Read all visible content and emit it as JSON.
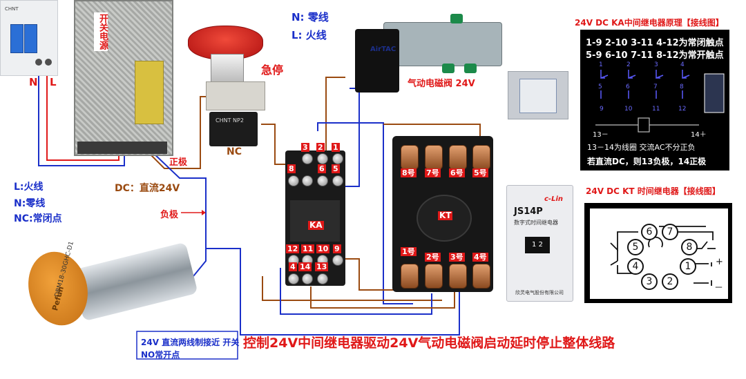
{
  "legend_top": {
    "neutral": "N: 零线",
    "live": "L: 火线"
  },
  "breaker": {
    "n_label": "N",
    "l_label": "L",
    "brand": "CHNT"
  },
  "psu": {
    "label": "开关电源",
    "positive": "正极",
    "negative": "负极",
    "dc_label": "DC：直流24V"
  },
  "estop": {
    "label": "急停",
    "nc_label": "NC",
    "brand": "CHNT NP2"
  },
  "valve": {
    "label": "气动电磁阀 24V",
    "brand": "AirTAC"
  },
  "ka_principle": {
    "title": "24V DC KA中间继电器原理【接线图】",
    "nc_line": "1-9 2-10 3-11 4-12为常闭触点",
    "no_line": "5-9 6-10 7-11 8-12为常开触点",
    "top_nums": [
      "1",
      "2",
      "3",
      "4"
    ],
    "mid_nums": [
      "5",
      "6",
      "7",
      "8"
    ],
    "bot_nums": [
      "9",
      "10",
      "11",
      "12"
    ],
    "coil_minus": "13－",
    "coil_plus": "14＋",
    "coil_note": "13－14为线圈   交流AC不分正负",
    "dc_note": "若直流DC，则13负极，14正极"
  },
  "ka_socket": {
    "label": "KA",
    "top_row1": [
      "3",
      "2",
      "1"
    ],
    "top_row2": [
      "8",
      "6",
      "5"
    ],
    "bot_row1": [
      "12",
      "11",
      "10",
      "9"
    ],
    "bot_row2": [
      "4",
      "14",
      "13"
    ]
  },
  "kt_socket": {
    "label": "KT",
    "top_labels": [
      "8号",
      "7号",
      "6号",
      "5号"
    ],
    "bot_labels": [
      "1号",
      "2号",
      "3号",
      "4号"
    ]
  },
  "kt_title": "24V DC KT 时间继电器【接线图】",
  "js_relay": {
    "brand": "c-Lin",
    "model": "JS14P",
    "desc": "数字式时间继电器",
    "display": "1 2",
    "maker": "欣灵电气股份有限公司"
  },
  "kt_diagram": {
    "nums": [
      "6",
      "7",
      "5",
      "8",
      "4",
      "1",
      "3",
      "2"
    ],
    "plus": "+",
    "minus": "－"
  },
  "legend_left": {
    "l": "L:火线",
    "n": "N:零线",
    "nc": "NC:常闭点"
  },
  "sensor": {
    "brand": "Pefun",
    "model": "DBM18-30GHC-D1",
    "caption_line1": "24V 直流两线制接近 开关",
    "caption_line2": "NO常开点"
  },
  "main_title": "控制24V中间继电器驱动24V气动电磁阀启动延时停止整体线路",
  "colors": {
    "red": "#e01818",
    "blue": "#1a2fc9",
    "brown": "#9a4a10",
    "black": "#000000"
  }
}
